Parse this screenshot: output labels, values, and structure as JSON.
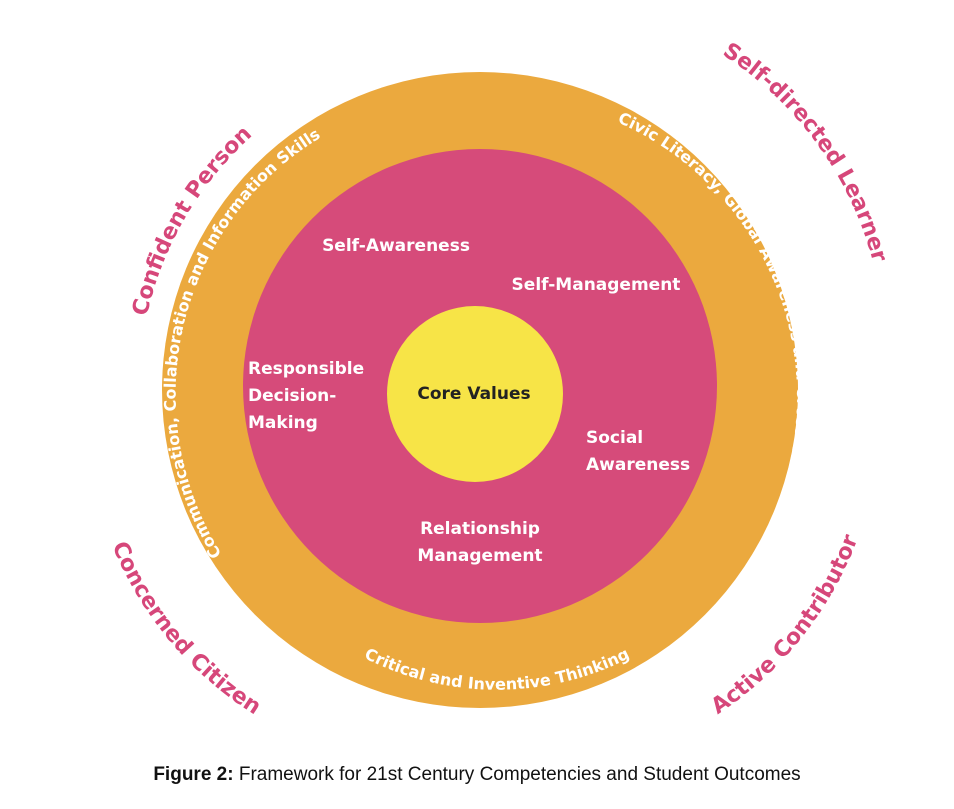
{
  "outcomes": {
    "confident_person": "Confident Person",
    "self_directed_learner": "Self-directed Learner",
    "concerned_citizen": "Concerned Citizen",
    "active_contributor": "Active Contributor"
  },
  "competencies": {
    "communication": "Communication, Collaboration and Information Skills",
    "civic_literacy": "Civic Literacy, Global Awareness and Cross-cultural Skills",
    "critical_thinking": "Critical and Inventive Thinking"
  },
  "sel": {
    "self_awareness": "Self-Awareness",
    "self_management": "Self-Management",
    "responsible_line1": "Responsible",
    "responsible_line2": "Decision-",
    "responsible_line3": "Making",
    "social_line1": "Social",
    "social_line2": "Awareness",
    "relationship_line1": "Relationship",
    "relationship_line2": "Management"
  },
  "core": {
    "label": "Core Values"
  },
  "caption": {
    "label": "Figure 2:",
    "text": "Framework for 21st Century Competencies and Student Outcomes"
  },
  "colors": {
    "outer_ring": "#EBA93E",
    "middle_ring": "#D64B7A",
    "core": "#F7E447",
    "outcome_text": "#D6477A",
    "white_text": "#FFFFFF",
    "core_text": "#222222"
  }
}
